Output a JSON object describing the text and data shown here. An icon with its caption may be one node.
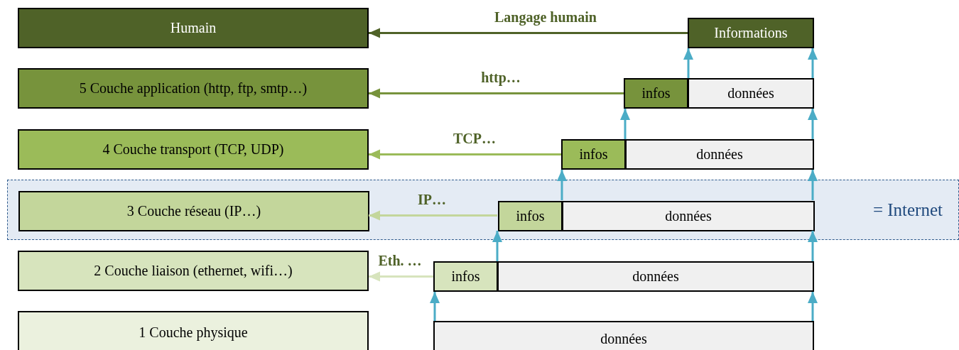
{
  "diagram": {
    "nodes": [
      {
        "text": [
          "Humain"
        ]
      },
      {
        "text": [
          "Informations"
        ]
      },
      {
        "text": [
          "5 Couche application (http, ftp, smtp…)"
        ]
      },
      {
        "text": [
          "infos"
        ]
      },
      {
        "text": [
          "données"
        ]
      },
      {
        "text": [
          "4 Couche transport (TCP, UDP)"
        ]
      },
      {
        "text": [
          "infos"
        ]
      },
      {
        "text": [
          "données"
        ]
      },
      {
        "text": [
          "= Internet"
        ]
      },
      {
        "text": [
          "3 Couche réseau (IP…)"
        ],
        "in": 8
      },
      {
        "text": [
          "infos"
        ],
        "in": 8
      },
      {
        "text": [
          "données"
        ],
        "in": 8
      },
      {
        "text": [
          "2 Couche liaison (ethernet, wifi…)"
        ]
      },
      {
        "text": [
          "infos"
        ]
      },
      {
        "text": [
          "données"
        ]
      },
      {
        "text": [
          "1 Couche physique"
        ]
      },
      {
        "text": [
          "données"
        ]
      }
    ],
    "edges": [
      {
        "from": 1,
        "to": 0,
        "arrow": "to",
        "label": "Langage humain",
        "color": "#4f6228"
      },
      {
        "from": 3,
        "to": 2,
        "arrow": "to",
        "label": "http…",
        "color": "#77933c"
      },
      {
        "from": 6,
        "to": 5,
        "arrow": "to",
        "label": "TCP…",
        "color": "#9bbb59"
      },
      {
        "from": 10,
        "to": 9,
        "arrow": "to",
        "label": "IP…",
        "color": "#c3d69b"
      },
      {
        "from": 13,
        "to": 12,
        "arrow": "to",
        "label": "Eth. …",
        "color": "#d7e4bd"
      },
      {
        "from": 4,
        "to": 1,
        "arrow": "to"
      },
      {
        "from": 4,
        "to": 1,
        "arrow": "to"
      },
      {
        "from": 7,
        "to": 3,
        "arrow": "to"
      },
      {
        "from": 7,
        "to": 4,
        "arrow": "to"
      },
      {
        "from": 11,
        "to": 6,
        "arrow": "to"
      },
      {
        "from": 11,
        "to": 7,
        "arrow": "to"
      },
      {
        "from": 14,
        "to": 10,
        "arrow": "to"
      },
      {
        "from": 14,
        "to": 11,
        "arrow": "to"
      },
      {
        "from": 16,
        "to": 13,
        "arrow": "to"
      },
      {
        "from": 16,
        "to": 14,
        "arrow": "to"
      }
    ]
  }
}
